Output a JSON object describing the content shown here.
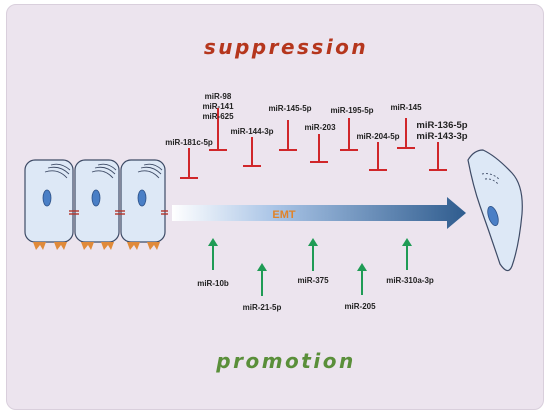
{
  "figure": {
    "title_top": "suppression",
    "title_bottom": "promotion",
    "process_label": "EMT",
    "colors": {
      "background": "#ece4ee",
      "suppression": "#b5361d",
      "promotion": "#5a8f3a",
      "inhibitor": "#d0262a",
      "activator": "#1f9b55",
      "emt_label": "#e0832a",
      "arrow_dark": "#2f5c8e",
      "cell_fill": "#dde8f6",
      "nucleus": "#4a7fc6",
      "junction": "#b4332a",
      "foot": "#e08a3a"
    },
    "suppressors": [
      {
        "lines": [
          "miR-181c-5p"
        ]
      },
      {
        "lines": [
          "miR-98",
          "miR-141",
          "miR-625"
        ]
      },
      {
        "lines": [
          "miR-144-3p"
        ]
      },
      {
        "lines": [
          "miR-145-5p"
        ]
      },
      {
        "lines": [
          "miR-203"
        ]
      },
      {
        "lines": [
          "miR-195-5p"
        ]
      },
      {
        "lines": [
          "miR-204-5p"
        ]
      },
      {
        "lines": [
          "miR-145"
        ]
      },
      {
        "lines": [
          "miR-136-5p",
          "miR-143-3p"
        ]
      }
    ],
    "promoters": [
      {
        "label": "miR-10b"
      },
      {
        "label": "miR-21-5p"
      },
      {
        "label": "miR-375"
      },
      {
        "label": "miR-205"
      },
      {
        "label": "miR-310a-3p"
      }
    ]
  }
}
